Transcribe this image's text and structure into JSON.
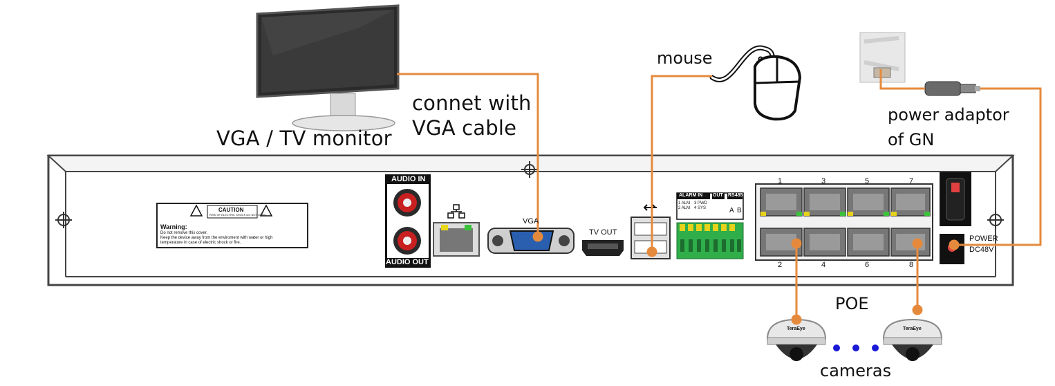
{
  "labels": {
    "monitor": "VGA / TV monitor",
    "vga_cable_line1": "connet with",
    "vga_cable_line2": "VGA cable",
    "mouse": "mouse",
    "power_adaptor_line1": "power adaptor",
    "power_adaptor_line2": "of GN",
    "poe": "POE",
    "cameras": "cameras"
  },
  "panel": {
    "audio_in": "AUDIO IN",
    "audio_out": "AUDIO OUT",
    "vga": "VGA",
    "tv_out": "TV OUT",
    "alarm_in": "ALARM IN",
    "out": "OUT",
    "rs485": "RS485",
    "rs485_a": "A",
    "rs485_b": "B",
    "alarm_pins": [
      "1 ALM",
      "2 ALM",
      "3 PWD",
      "4 SYS"
    ],
    "poe_ports_top": [
      "1",
      "3",
      "5",
      "7"
    ],
    "poe_ports_bottom": [
      "2",
      "4",
      "6",
      "8"
    ],
    "power": "POWER",
    "dc": "DC48V"
  },
  "warning_label": {
    "caution": "CAUTION",
    "caution_sub": "RISK OF ELECTRIC SHOCK DO NOT OPEN",
    "warning_title": "Warning:",
    "line1": "Do not remove this cover.",
    "line2": "Keep the device away from the enviroment with water or high",
    "line3": "temperature in case of electric shock or fire."
  },
  "camera_brand": "TeraEye",
  "colors": {
    "cable": "#e58a3c",
    "dots": "#1a1ad6",
    "panel_bg": "#ffffff",
    "terminal_green": "#2fae4a",
    "terminal_yellow": "#e6d21a"
  }
}
